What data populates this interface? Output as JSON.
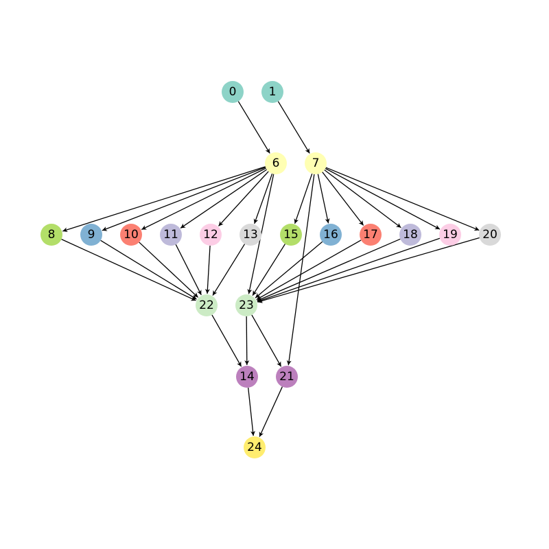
{
  "graph": {
    "nodes": [
      {
        "id": "0",
        "label": "0",
        "color": "#8dd3c7"
      },
      {
        "id": "1",
        "label": "1",
        "color": "#8dd3c7"
      },
      {
        "id": "6",
        "label": "6",
        "color": "#ffffb3"
      },
      {
        "id": "7",
        "label": "7",
        "color": "#ffffb3"
      },
      {
        "id": "8",
        "label": "8",
        "color": "#b3de69"
      },
      {
        "id": "9",
        "label": "9",
        "color": "#80b1d3"
      },
      {
        "id": "10",
        "label": "10",
        "color": "#fb8072"
      },
      {
        "id": "11",
        "label": "11",
        "color": "#bebada"
      },
      {
        "id": "12",
        "label": "12",
        "color": "#fccde5"
      },
      {
        "id": "13",
        "label": "13",
        "color": "#d9d9d9"
      },
      {
        "id": "15",
        "label": "15",
        "color": "#b3de69"
      },
      {
        "id": "16",
        "label": "16",
        "color": "#80b1d3"
      },
      {
        "id": "17",
        "label": "17",
        "color": "#fb8072"
      },
      {
        "id": "18",
        "label": "18",
        "color": "#bebada"
      },
      {
        "id": "19",
        "label": "19",
        "color": "#fccde5"
      },
      {
        "id": "20",
        "label": "20",
        "color": "#d9d9d9"
      },
      {
        "id": "22",
        "label": "22",
        "color": "#ccebc5"
      },
      {
        "id": "23",
        "label": "23",
        "color": "#ccebc5"
      },
      {
        "id": "14",
        "label": "14",
        "color": "#bc80bd"
      },
      {
        "id": "21",
        "label": "21",
        "color": "#bc80bd"
      },
      {
        "id": "24",
        "label": "24",
        "color": "#ffed6f"
      }
    ],
    "edges": [
      [
        "0",
        "6"
      ],
      [
        "1",
        "7"
      ],
      [
        "6",
        "8"
      ],
      [
        "6",
        "9"
      ],
      [
        "6",
        "10"
      ],
      [
        "6",
        "11"
      ],
      [
        "6",
        "12"
      ],
      [
        "6",
        "13"
      ],
      [
        "6",
        "23"
      ],
      [
        "7",
        "15"
      ],
      [
        "7",
        "16"
      ],
      [
        "7",
        "17"
      ],
      [
        "7",
        "18"
      ],
      [
        "7",
        "19"
      ],
      [
        "7",
        "20"
      ],
      [
        "7",
        "21"
      ],
      [
        "8",
        "22"
      ],
      [
        "9",
        "22"
      ],
      [
        "10",
        "22"
      ],
      [
        "11",
        "22"
      ],
      [
        "12",
        "22"
      ],
      [
        "13",
        "22"
      ],
      [
        "15",
        "23"
      ],
      [
        "16",
        "23"
      ],
      [
        "17",
        "23"
      ],
      [
        "18",
        "23"
      ],
      [
        "19",
        "23"
      ],
      [
        "20",
        "23"
      ],
      [
        "22",
        "14"
      ],
      [
        "23",
        "14"
      ],
      [
        "23",
        "21"
      ],
      [
        "14",
        "24"
      ],
      [
        "21",
        "24"
      ]
    ]
  }
}
